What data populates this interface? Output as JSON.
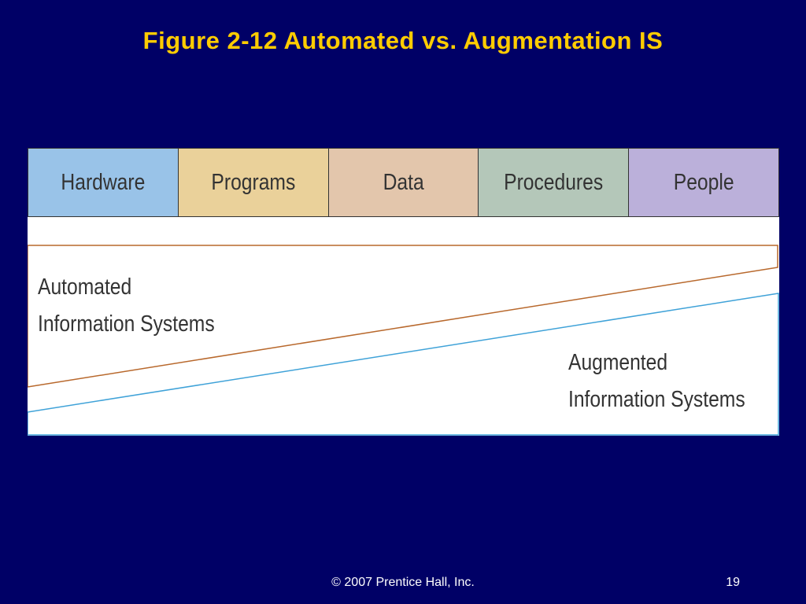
{
  "slide": {
    "title": "Figure 2-12 Automated vs. Augmentation IS",
    "background_color": "#000066",
    "title_color": "#ffcc00"
  },
  "diagram": {
    "components": [
      {
        "label": "Hardware",
        "color": "#99c3e8"
      },
      {
        "label": "Programs",
        "color": "#ead19a"
      },
      {
        "label": "Data",
        "color": "#e3c6ac"
      },
      {
        "label": "Procedures",
        "color": "#b4c7b9"
      },
      {
        "label": "People",
        "color": "#bbb0da"
      }
    ],
    "automated_label_line1": "Automated",
    "automated_label_line2": "Information Systems",
    "augmented_label_line1": "Augmented",
    "augmented_label_line2": "Information Systems",
    "automated_line_color": "#b8682c",
    "augmented_line_color": "#3fa2d8"
  },
  "footer": {
    "copyright": "© 2007 Prentice Hall, Inc.",
    "page_number": "19"
  }
}
